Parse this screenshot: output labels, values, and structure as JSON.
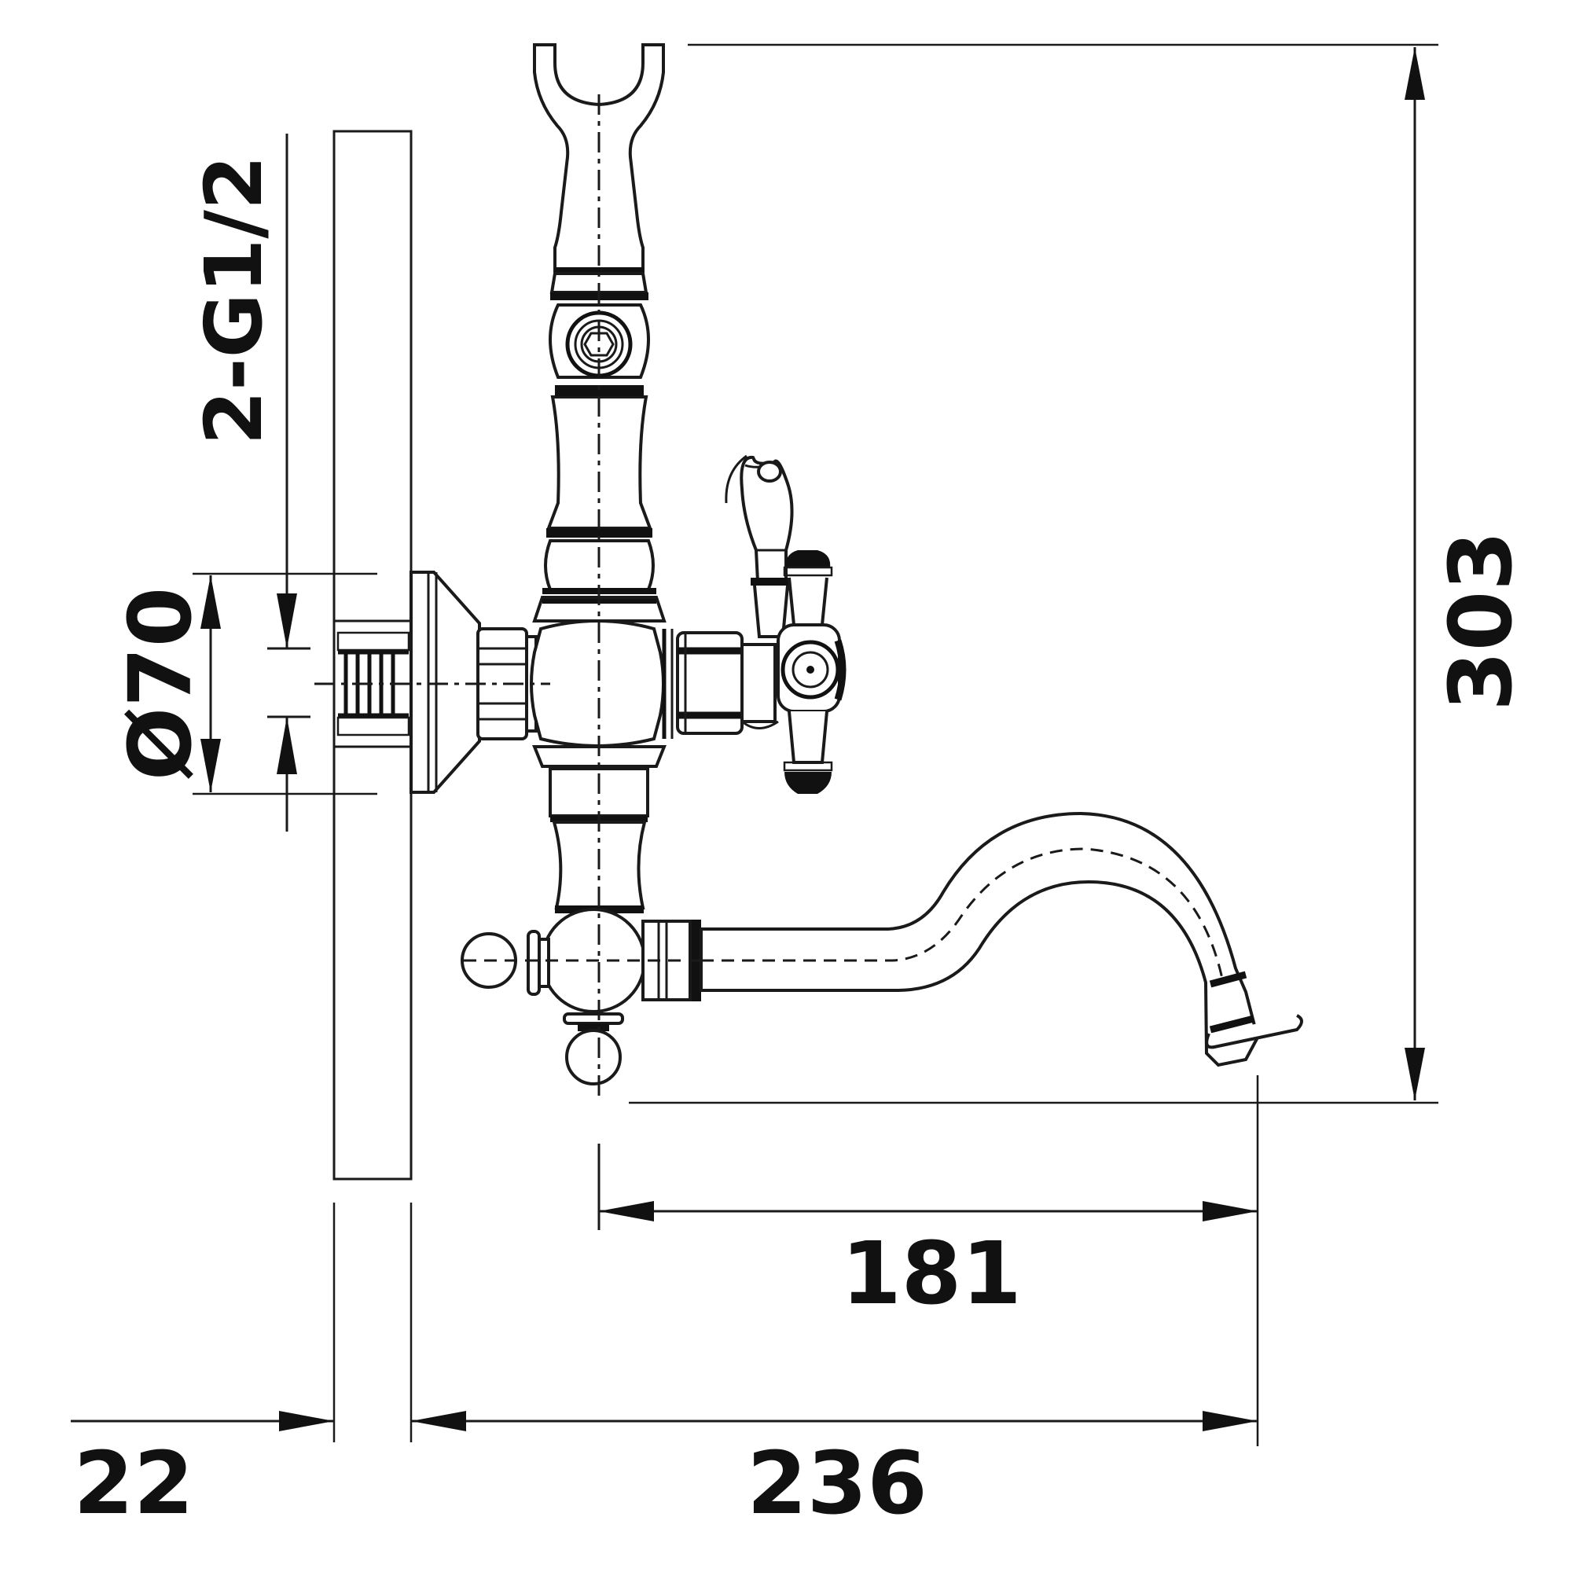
{
  "drawing": {
    "subject": "Wall-mounted bath mixer with spout and shower holder",
    "line_color": "#1a1a1a",
    "background": "#ffffff"
  },
  "dimensions": {
    "thread": {
      "label": "2-G1/2",
      "orientation": "vertical"
    },
    "flange_diameter": {
      "label": "Ø70",
      "orientation": "vertical"
    },
    "total_height": {
      "label": "303",
      "orientation": "vertical"
    },
    "spout_reach": {
      "label": "181",
      "orientation": "horizontal"
    },
    "projection": {
      "label": "236",
      "orientation": "horizontal"
    },
    "wall_offset": {
      "label": "22",
      "orientation": "horizontal"
    }
  }
}
